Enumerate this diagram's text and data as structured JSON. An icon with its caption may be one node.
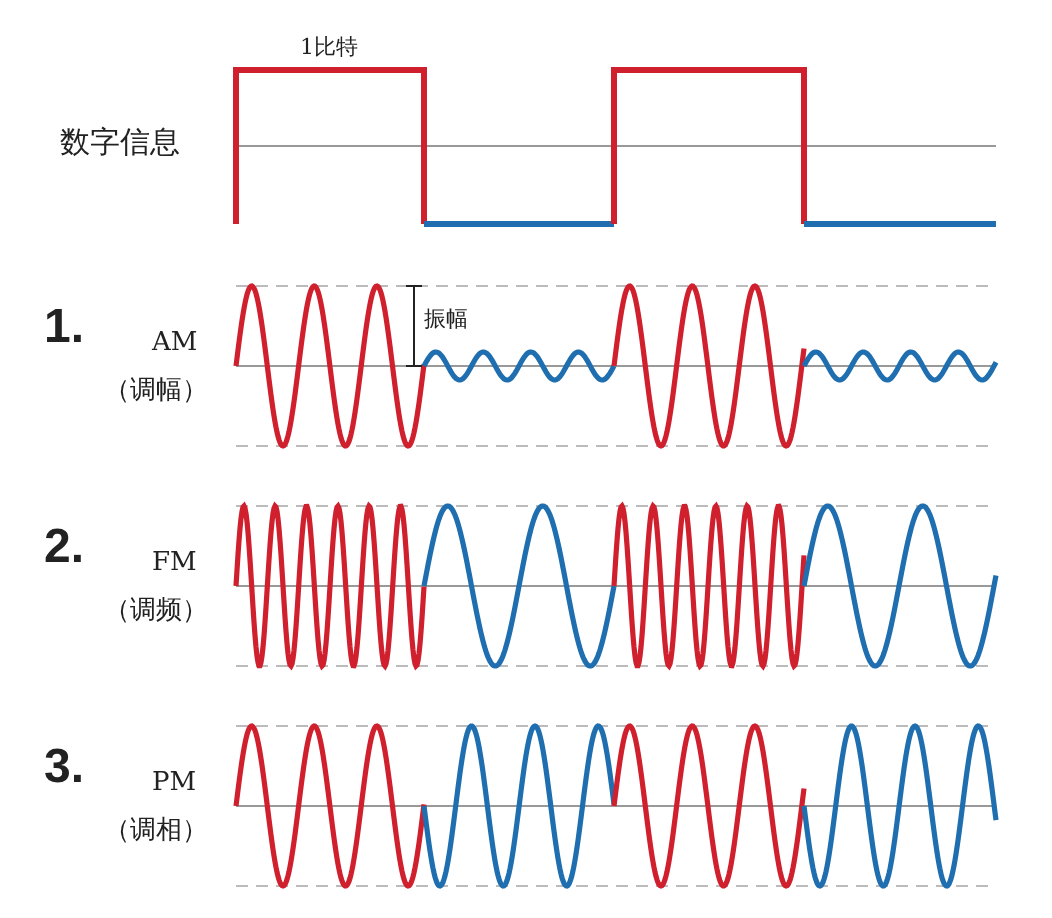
{
  "diagram": {
    "labels": [
      "1比特",
      "数字信息",
      "1.",
      "AM",
      "振幅",
      "（调幅）",
      "2.",
      "FM",
      "（调频）",
      "3.",
      "PM",
      "（调相）"
    ]
  }
}
